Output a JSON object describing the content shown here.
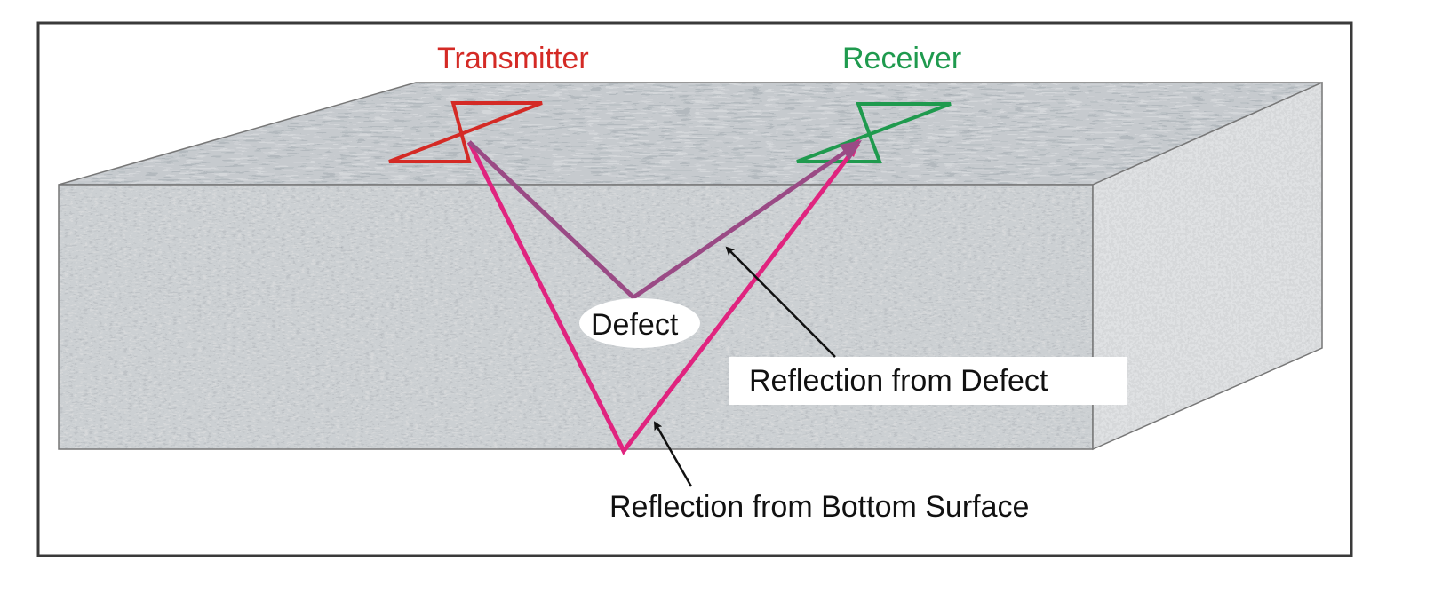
{
  "labels": {
    "transmitter": "Transmitter",
    "receiver": "Receiver",
    "defect": "Defect",
    "reflection_defect": "Reflection from Defect",
    "reflection_bottom": "Reflection from Bottom Surface"
  },
  "colors": {
    "transmitter": "#d42a25",
    "receiver": "#1f9a4e",
    "bottom_ray": "#e0247f",
    "defect_ray": "#9a4a85",
    "block_front": "#b9bdc1",
    "block_top": "#a8aeb4",
    "block_side": "#cfd2d4",
    "frame": "#3a3a3a"
  }
}
